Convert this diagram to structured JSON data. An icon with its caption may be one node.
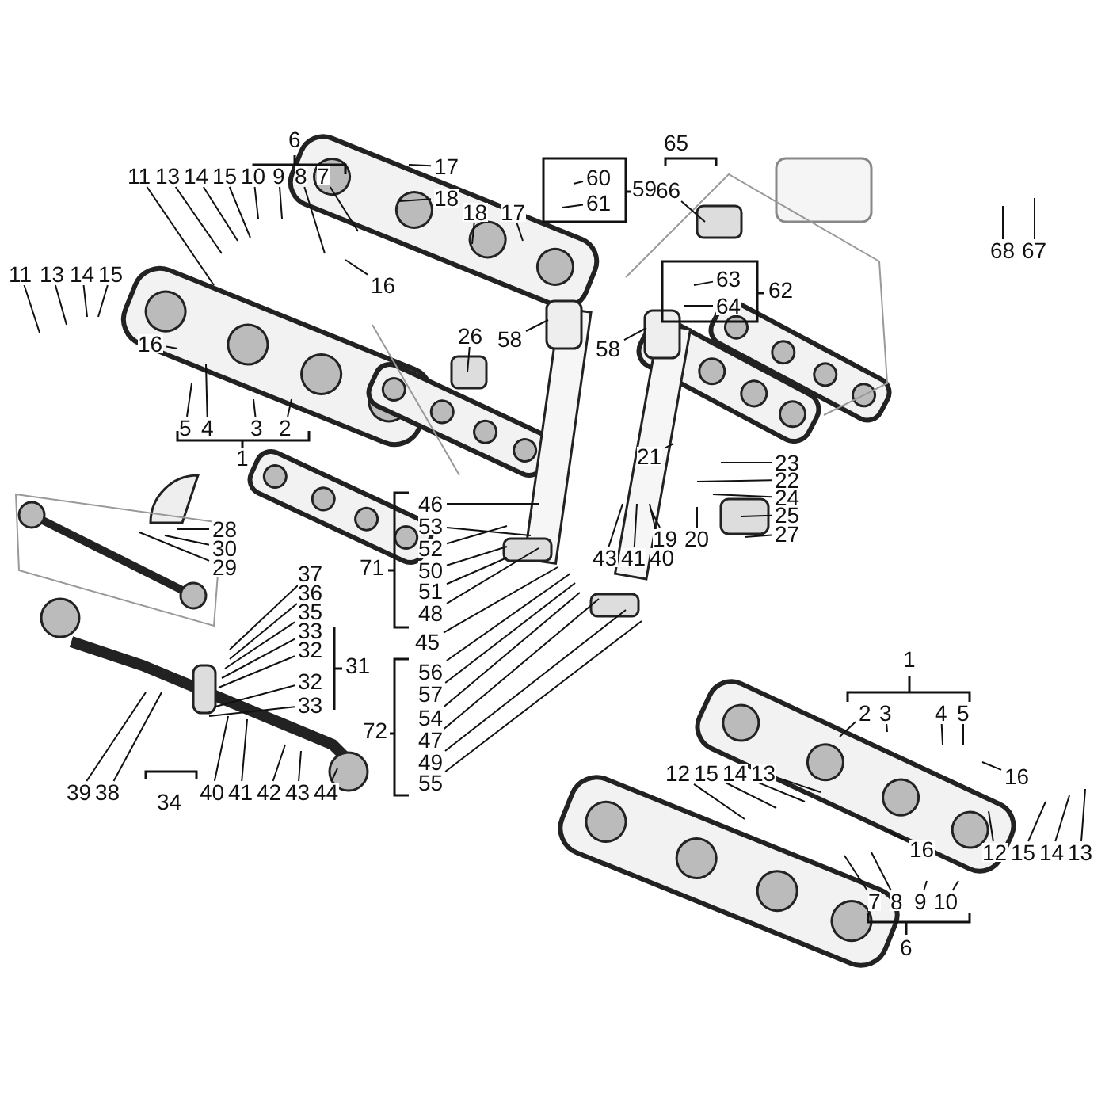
{
  "diagram": {
    "nodes": [
      {
        "text": [
          "11"
        ]
      },
      {
        "text": [
          "13"
        ]
      },
      {
        "text": [
          "14"
        ]
      },
      {
        "text": [
          "15"
        ]
      },
      {
        "text": [
          "10"
        ]
      },
      {
        "text": [
          "9"
        ]
      },
      {
        "text": [
          "8"
        ]
      },
      {
        "text": [
          "7"
        ]
      },
      {
        "text": [
          "17"
        ]
      },
      {
        "text": [
          "18"
        ]
      },
      {
        "text": [
          "18"
        ]
      },
      {
        "text": [
          "17"
        ]
      },
      {
        "text": [
          "16"
        ]
      },
      {
        "text": [
          "11"
        ]
      },
      {
        "text": [
          "13"
        ]
      },
      {
        "text": [
          "14"
        ]
      },
      {
        "text": [
          "15"
        ]
      },
      {
        "text": [
          "16"
        ]
      },
      {
        "text": [
          "5"
        ]
      },
      {
        "text": [
          "4"
        ]
      },
      {
        "text": [
          "3"
        ]
      },
      {
        "text": [
          "2"
        ]
      },
      {
        "text": [
          "26"
        ]
      },
      {
        "text": [
          "58"
        ]
      },
      {
        "text": [
          "60"
        ]
      },
      {
        "text": [
          "61"
        ]
      },
      {
        "text": [
          "66"
        ]
      },
      {
        "text": [
          "68"
        ]
      },
      {
        "text": [
          "67"
        ]
      },
      {
        "text": [
          "63"
        ]
      },
      {
        "text": [
          "64"
        ]
      },
      {
        "text": [
          "58"
        ]
      },
      {
        "text": [
          "21"
        ]
      },
      {
        "text": [
          "23"
        ]
      },
      {
        "text": [
          "22"
        ]
      },
      {
        "text": [
          "24"
        ]
      },
      {
        "text": [
          "25"
        ]
      },
      {
        "text": [
          "27"
        ]
      },
      {
        "text": [
          "19"
        ]
      },
      {
        "text": [
          "20"
        ]
      },
      {
        "text": [
          "43"
        ]
      },
      {
        "text": [
          "41"
        ]
      },
      {
        "text": [
          "40"
        ]
      },
      {
        "text": [
          "28"
        ]
      },
      {
        "text": [
          "30"
        ]
      },
      {
        "text": [
          "29"
        ]
      },
      {
        "text": [
          "46"
        ]
      },
      {
        "text": [
          "53"
        ]
      },
      {
        "text": [
          "52"
        ]
      },
      {
        "text": [
          "50"
        ]
      },
      {
        "text": [
          "51"
        ]
      },
      {
        "text": [
          "48"
        ]
      },
      {
        "text": [
          "45"
        ]
      },
      {
        "text": [
          "56"
        ]
      },
      {
        "text": [
          "57"
        ]
      },
      {
        "text": [
          "54"
        ]
      },
      {
        "text": [
          "47"
        ]
      },
      {
        "text": [
          "49"
        ]
      },
      {
        "text": [
          "55"
        ]
      },
      {
        "text": [
          "37"
        ]
      },
      {
        "text": [
          "36"
        ]
      },
      {
        "text": [
          "35"
        ]
      },
      {
        "text": [
          "33"
        ]
      },
      {
        "text": [
          "32"
        ]
      },
      {
        "text": [
          "32"
        ]
      },
      {
        "text": [
          "33"
        ]
      },
      {
        "text": [
          "39"
        ]
      },
      {
        "text": [
          "38"
        ]
      },
      {
        "text": [
          "40"
        ]
      },
      {
        "text": [
          "41"
        ]
      },
      {
        "text": [
          "42"
        ]
      },
      {
        "text": [
          "43"
        ]
      },
      {
        "text": [
          "44"
        ]
      },
      {
        "text": [
          "2"
        ]
      },
      {
        "text": [
          "3"
        ]
      },
      {
        "text": [
          "4"
        ]
      },
      {
        "text": [
          "5"
        ]
      },
      {
        "text": [
          "16"
        ]
      },
      {
        "text": [
          "12"
        ]
      },
      {
        "text": [
          "15"
        ]
      },
      {
        "text": [
          "14"
        ]
      },
      {
        "text": [
          "13"
        ]
      },
      {
        "text": [
          "12"
        ]
      },
      {
        "text": [
          "15"
        ]
      },
      {
        "text": [
          "14"
        ]
      },
      {
        "text": [
          "13"
        ]
      },
      {
        "text": [
          "16"
        ]
      },
      {
        "text": [
          "7"
        ]
      },
      {
        "text": [
          "8"
        ]
      },
      {
        "text": [
          "9"
        ]
      },
      {
        "text": [
          "10"
        ]
      }
    ],
    "edges": [
      {
        "from": 0,
        "to": null,
        "arrow": "none"
      },
      {
        "from": 1,
        "to": null,
        "arrow": "none"
      },
      {
        "from": 2,
        "to": null,
        "arrow": "none"
      },
      {
        "from": 3,
        "to": null,
        "arrow": "none"
      },
      {
        "from": 4,
        "to": null,
        "arrow": "none"
      },
      {
        "from": 5,
        "to": null,
        "arrow": "none"
      },
      {
        "from": 6,
        "to": null,
        "arrow": "none"
      },
      {
        "from": 7,
        "to": null,
        "arrow": "none"
      },
      {
        "from": 8,
        "to": null,
        "arrow": "none"
      },
      {
        "from": 9,
        "to": null,
        "arrow": "none"
      },
      {
        "from": 10,
        "to": null,
        "arrow": "none"
      },
      {
        "from": 11,
        "to": null,
        "arrow": "none"
      },
      {
        "from": 12,
        "to": null,
        "arrow": "none"
      },
      {
        "from": 13,
        "to": null,
        "arrow": "none"
      },
      {
        "from": 14,
        "to": null,
        "arrow": "none"
      },
      {
        "from": 15,
        "to": null,
        "arrow": "none"
      },
      {
        "from": 16,
        "to": null,
        "arrow": "none"
      },
      {
        "from": 17,
        "to": null,
        "arrow": "none"
      },
      {
        "from": 18,
        "to": null,
        "arrow": "none"
      },
      {
        "from": 19,
        "to": null,
        "arrow": "none"
      },
      {
        "from": 20,
        "to": null,
        "arrow": "none"
      },
      {
        "from": 21,
        "to": null,
        "arrow": "none"
      },
      {
        "from": 22,
        "to": null,
        "arrow": "none"
      },
      {
        "from": 23,
        "to": null,
        "arrow": "none"
      },
      {
        "from": 24,
        "to": null,
        "arrow": "none"
      },
      {
        "from": 25,
        "to": null,
        "arrow": "none"
      },
      {
        "from": 26,
        "to": null,
        "arrow": "none"
      },
      {
        "from": 27,
        "to": null,
        "arrow": "none"
      },
      {
        "from": 28,
        "to": null,
        "arrow": "none"
      },
      {
        "from": 29,
        "to": null,
        "arrow": "none"
      },
      {
        "from": 30,
        "to": null,
        "arrow": "none"
      },
      {
        "from": 31,
        "to": null,
        "arrow": "none"
      },
      {
        "from": 32,
        "to": null,
        "arrow": "none"
      },
      {
        "from": 33,
        "to": null,
        "arrow": "none"
      },
      {
        "from": 34,
        "to": null,
        "arrow": "none"
      },
      {
        "from": 35,
        "to": null,
        "arrow": "none"
      },
      {
        "from": 36,
        "to": null,
        "arrow": "none"
      },
      {
        "from": 37,
        "to": null,
        "arrow": "none"
      },
      {
        "from": 38,
        "to": null,
        "arrow": "none"
      },
      {
        "from": 39,
        "to": null,
        "arrow": "none"
      },
      {
        "from": 40,
        "to": null,
        "arrow": "none"
      },
      {
        "from": 41,
        "to": null,
        "arrow": "none"
      },
      {
        "from": 42,
        "to": null,
        "arrow": "none"
      },
      {
        "from": 43,
        "to": null,
        "arrow": "none"
      },
      {
        "from": 44,
        "to": null,
        "arrow": "none"
      },
      {
        "from": 45,
        "to": null,
        "arrow": "none"
      },
      {
        "from": 46,
        "to": null,
        "arrow": "none"
      },
      {
        "from": 47,
        "to": null,
        "arrow": "none"
      },
      {
        "from": 48,
        "to": null,
        "arrow": "none"
      },
      {
        "from": 49,
        "to": null,
        "arrow": "none"
      },
      {
        "from": 50,
        "to": null,
        "arrow": "none"
      },
      {
        "from": 51,
        "to": null,
        "arrow": "none"
      },
      {
        "from": 52,
        "to": null,
        "arrow": "none"
      },
      {
        "from": 53,
        "to": null,
        "arrow": "none"
      },
      {
        "from": 54,
        "to": null,
        "arrow": "none"
      },
      {
        "from": 55,
        "to": null,
        "arrow": "none"
      },
      {
        "from": 56,
        "to": null,
        "arrow": "none"
      },
      {
        "from": 57,
        "to": null,
        "arrow": "none"
      },
      {
        "from": 58,
        "to": null,
        "arrow": "none"
      },
      {
        "from": 59,
        "to": null,
        "arrow": "none"
      },
      {
        "from": 60,
        "to": null,
        "arrow": "none"
      },
      {
        "from": 61,
        "to": null,
        "arrow": "none"
      },
      {
        "from": 62,
        "to": null,
        "arrow": "none"
      },
      {
        "from": 63,
        "to": null,
        "arrow": "none"
      },
      {
        "from": 64,
        "to": null,
        "arrow": "none"
      },
      {
        "from": 65,
        "to": null,
        "arrow": "none"
      },
      {
        "from": 66,
        "to": null,
        "arrow": "none"
      },
      {
        "from": 67,
        "to": null,
        "arrow": "none"
      },
      {
        "from": 68,
        "to": null,
        "arrow": "none"
      },
      {
        "from": 69,
        "to": null,
        "arrow": "none"
      },
      {
        "from": 70,
        "to": null,
        "arrow": "none"
      },
      {
        "from": 71,
        "to": null,
        "arrow": "none"
      },
      {
        "from": 72,
        "to": null,
        "arrow": "none"
      },
      {
        "from": 73,
        "to": null,
        "arrow": "none"
      },
      {
        "from": 74,
        "to": null,
        "arrow": "none"
      },
      {
        "from": 75,
        "to": null,
        "arrow": "none"
      },
      {
        "from": 76,
        "to": null,
        "arrow": "none"
      },
      {
        "from": 77,
        "to": null,
        "arrow": "none"
      },
      {
        "from": 78,
        "to": null,
        "arrow": "none"
      },
      {
        "from": 79,
        "to": null,
        "arrow": "none"
      },
      {
        "from": 80,
        "to": null,
        "arrow": "none"
      },
      {
        "from": 81,
        "to": null,
        "arrow": "none"
      },
      {
        "from": 82,
        "to": null,
        "arrow": "none"
      },
      {
        "from": 83,
        "to": null,
        "arrow": "none"
      },
      {
        "from": 84,
        "to": null,
        "arrow": "none"
      },
      {
        "from": 85,
        "to": null,
        "arrow": "none"
      },
      {
        "from": 86,
        "to": null,
        "arrow": "none"
      },
      {
        "from": 87,
        "to": null,
        "arrow": "none"
      },
      {
        "from": 88,
        "to": null,
        "arrow": "none"
      },
      {
        "from": 89,
        "to": null,
        "arrow": "none"
      },
      {
        "from": 90,
        "to": null,
        "arrow": "none"
      }
    ],
    "labels": [
      "65",
      "6",
      "59",
      "62",
      "1",
      "71",
      "31",
      "72",
      "34",
      "1",
      "6"
    ]
  }
}
